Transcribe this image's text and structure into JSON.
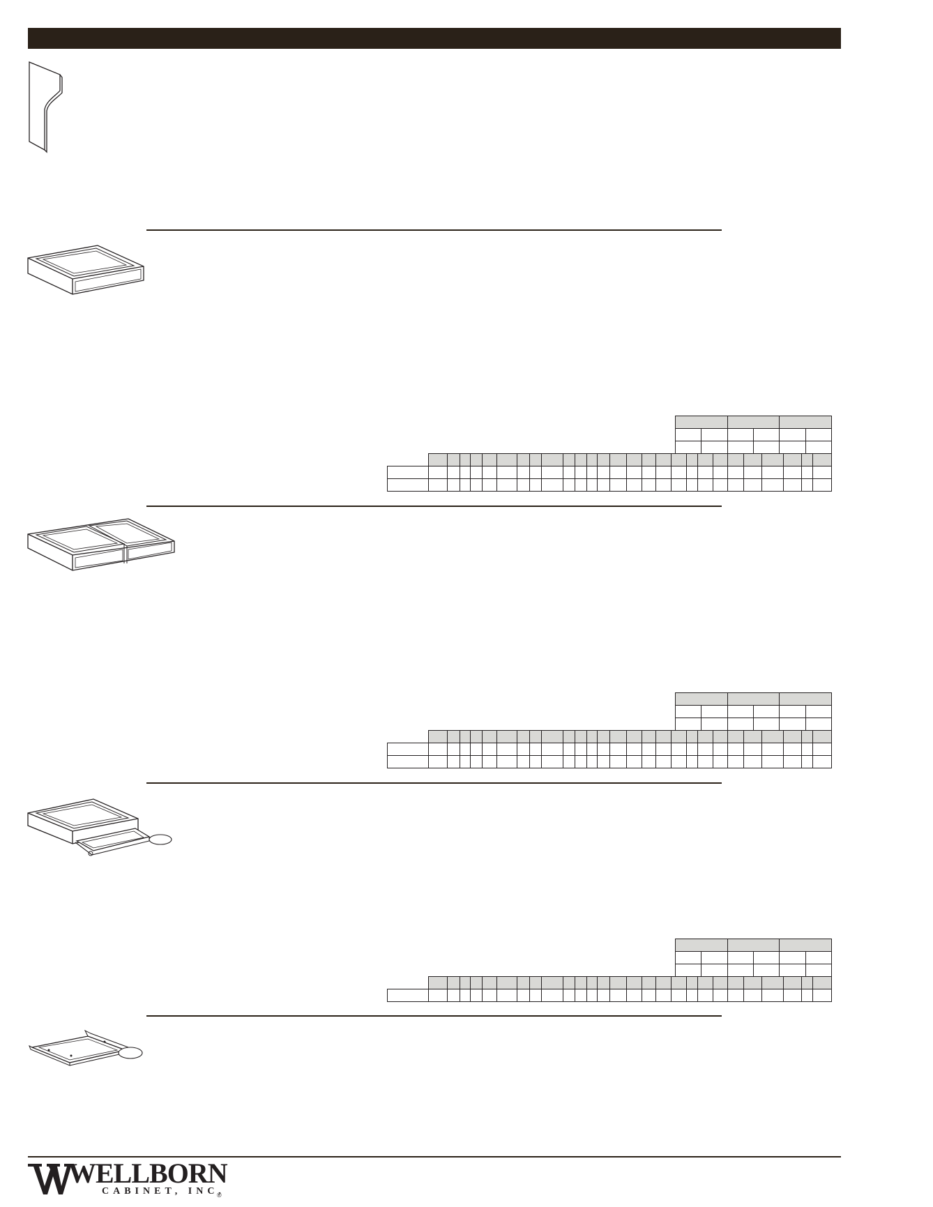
{
  "brand": {
    "name_lines": [
      "WELLBORN",
      "CABINET, INC."
    ],
    "registered_mark": "®"
  },
  "icons": {
    "section_1": "side-panel-illustration",
    "section_2": "single-tray-illustration",
    "section_3": "double-tray-illustration",
    "section_4": "tray-with-pullout-illustration",
    "section_5": "pullout-shelf-illustration"
  },
  "colors": {
    "header_bar": "#2a2118",
    "table_shade": "#d9d9d6",
    "line": "#231f20"
  }
}
